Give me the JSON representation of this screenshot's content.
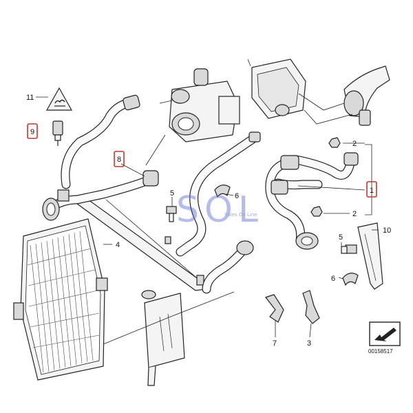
{
  "callouts": {
    "c1": "1",
    "c2a": "2",
    "c2b": "2",
    "c3": "3",
    "c4": "4",
    "c5a": "5",
    "c5b": "5",
    "c6a": "6",
    "c6b": "6",
    "c7": "7",
    "c8": "8",
    "c9": "9",
    "c10": "10",
    "c11": "11"
  },
  "watermark": {
    "logo": "SOL",
    "tagline": "Sales On Line"
  },
  "document_id": "00158517",
  "colors": {
    "highlight": "#c0392b",
    "line": "#222222",
    "watermark": "#5b6fd1"
  }
}
